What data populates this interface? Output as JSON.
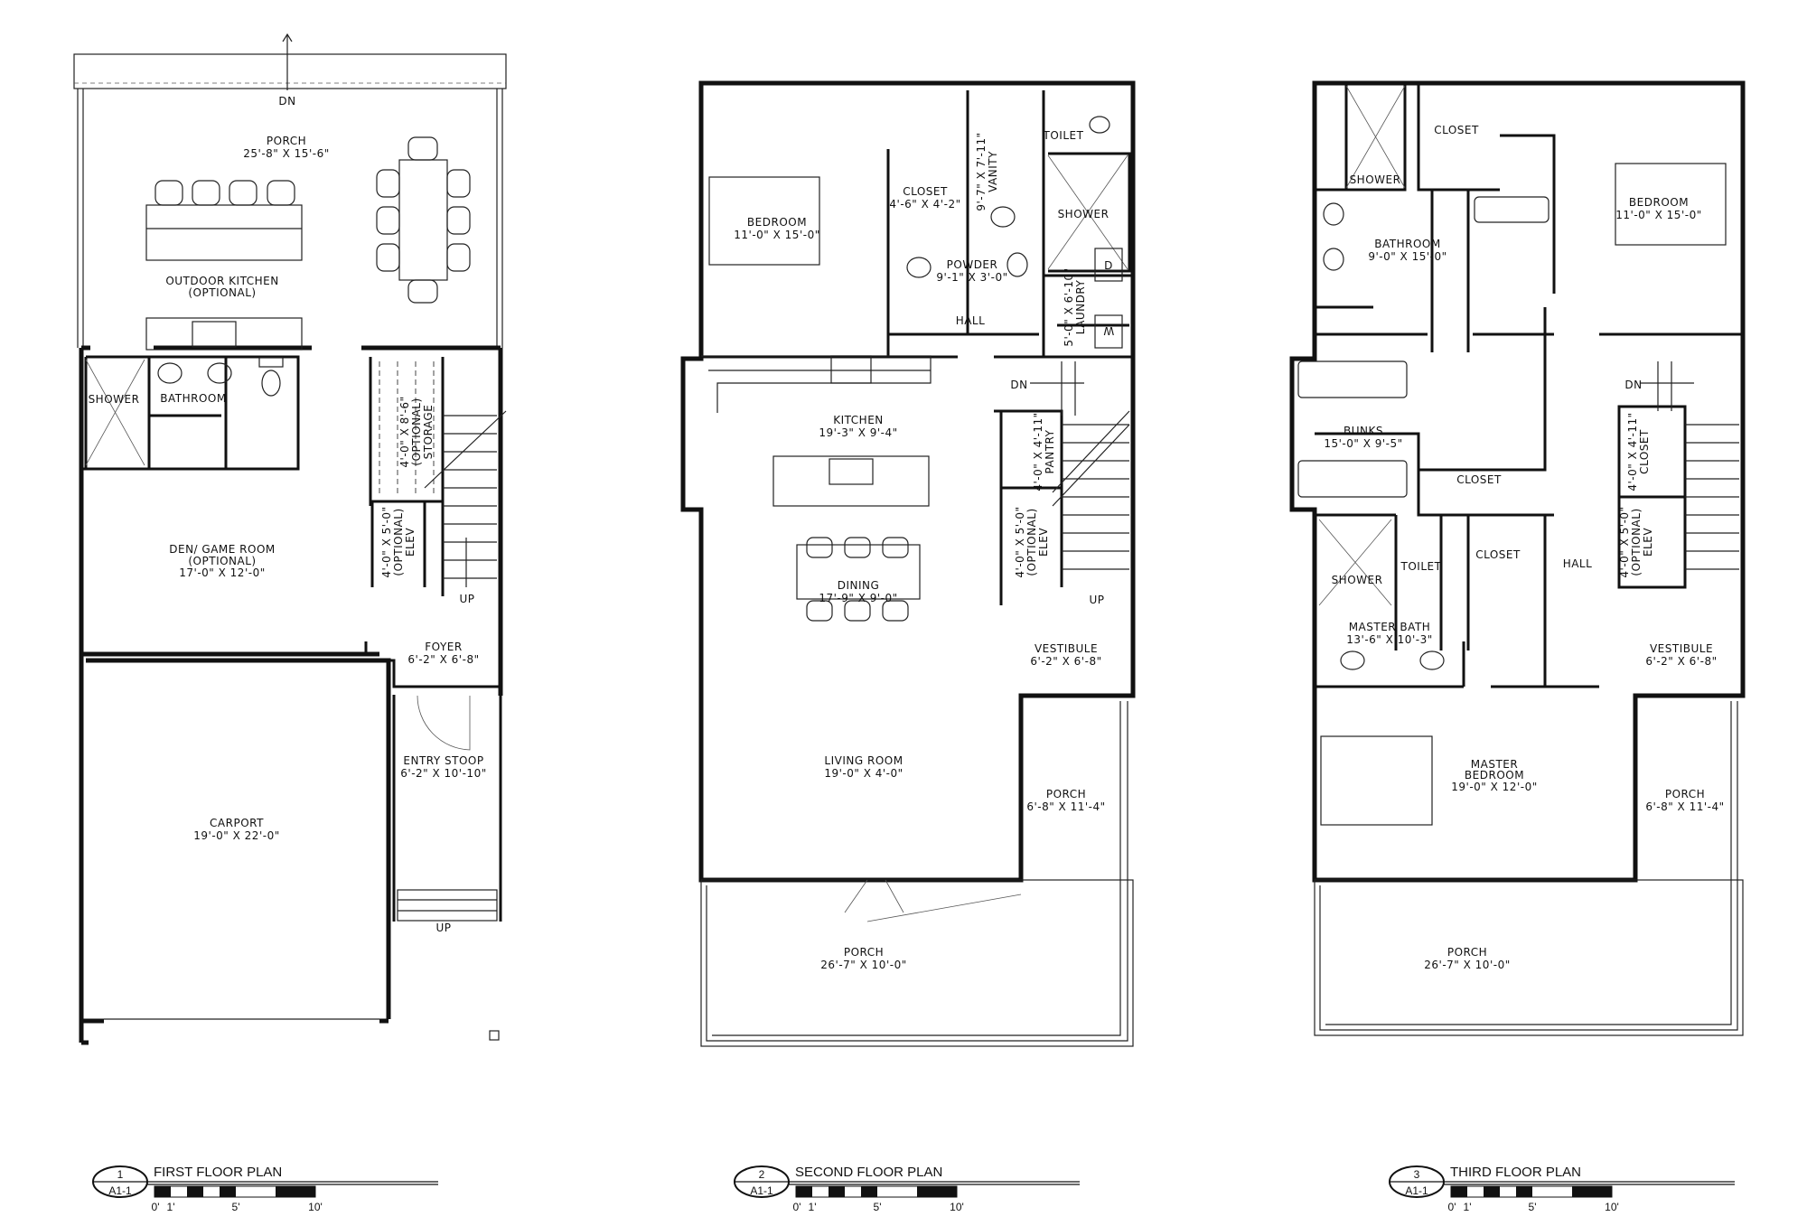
{
  "plans": [
    {
      "number": "1",
      "sheet": "A1-1",
      "title": "FIRST FLOOR PLAN",
      "scale_ticks": [
        "0'",
        "1'",
        "5'",
        "10'"
      ],
      "rooms": [
        {
          "name": "PORCH",
          "dims": "25'-8\" X 15'-6\""
        },
        {
          "name": "OUTDOOR KITCHEN",
          "dims": "(OPTIONAL)"
        },
        {
          "name": "SHOWER"
        },
        {
          "name": "BATHROOM"
        },
        {
          "name": "DEN/ GAME ROOM",
          "dims": "(OPTIONAL)",
          "dims2": "17'-0\" X 12'-0\""
        },
        {
          "name": "FOYER",
          "dims": "6'-2\" X 6'-8\""
        },
        {
          "name": "ENTRY STOOP",
          "dims": "6'-2\" X 10'-10\""
        },
        {
          "name": "CARPORT",
          "dims": "19'-0\" X 22'-0\""
        },
        {
          "name": "STORAGE",
          "dims": "4'-0\" X 8'-6\"",
          "dims2": "(OPTIONAL)"
        },
        {
          "name": "ELEV",
          "dims": "4'-0\" X 5'-0\"",
          "dims2": "(OPTIONAL)"
        }
      ],
      "stair_labels": {
        "dn": "DN",
        "up": "UP",
        "up2": "UP"
      }
    },
    {
      "number": "2",
      "sheet": "A1-1",
      "title": "SECOND FLOOR PLAN",
      "scale_ticks": [
        "0'",
        "1'",
        "5'",
        "10'"
      ],
      "rooms": [
        {
          "name": "BEDROOM",
          "dims": "11'-0\" X 15'-0\""
        },
        {
          "name": "CLOSET",
          "dims": "4'-6\" X 4'-2\""
        },
        {
          "name": "VANITY",
          "dims": "9'-7\" X 7'-11\""
        },
        {
          "name": "TOILET"
        },
        {
          "name": "SHOWER"
        },
        {
          "name": "POWDER",
          "dims": "9'-1\" X 3'-0\""
        },
        {
          "name": "LAUNDRY",
          "dims": "5'-0\" X 6'-10\""
        },
        {
          "name": "HALL"
        },
        {
          "name": "KITCHEN",
          "dims": "19'-3\" X 9'-4\""
        },
        {
          "name": "PANTRY",
          "dims": "4'-0\" X 4'-11\""
        },
        {
          "name": "ELEV",
          "dims": "4'-0\" X 5'-0\"",
          "dims2": "(OPTIONAL)"
        },
        {
          "name": "DINING",
          "dims": "17'-9\" X 9'-0\""
        },
        {
          "name": "VESTIBULE",
          "dims": "6'-2\" X 6'-8\""
        },
        {
          "name": "LIVING ROOM",
          "dims": "19'-0\" X 4'-0\""
        },
        {
          "name": "PORCH",
          "dims": "6'-8\" X 11'-4\""
        },
        {
          "name": "PORCH",
          "dims": "26'-7\" X 10'-0\""
        }
      ],
      "appliances": {
        "dryer": "D",
        "washer": "W"
      },
      "stair_labels": {
        "dn": "DN",
        "up": "UP"
      }
    },
    {
      "number": "3",
      "sheet": "A1-1",
      "title": "THIRD FLOOR PLAN",
      "scale_ticks": [
        "0'",
        "1'",
        "5'",
        "10'"
      ],
      "rooms": [
        {
          "name": "CLOSET"
        },
        {
          "name": "SHOWER"
        },
        {
          "name": "BEDROOM",
          "dims": "11'-0\" X 15'-0\""
        },
        {
          "name": "BATHROOM",
          "dims": "9'-0\" X 15'-0\""
        },
        {
          "name": "BUNKS",
          "dims": "15'-0\" X 9'-5\""
        },
        {
          "name": "CLOSET"
        },
        {
          "name": "CLOSET",
          "dims": "4'-0\" X 4'-11\""
        },
        {
          "name": "CLOSET"
        },
        {
          "name": "TOILET"
        },
        {
          "name": "SHOWER"
        },
        {
          "name": "HALL"
        },
        {
          "name": "ELEV",
          "dims": "4'-0\" X 5'-0\"",
          "dims2": "(OPTIONAL)"
        },
        {
          "name": "MASTER BATH",
          "dims": "13'-6\" X 10'-3\""
        },
        {
          "name": "VESTIBULE",
          "dims": "6'-2\" X 6'-8\""
        },
        {
          "name": "MASTER",
          "dims": "BEDROOM",
          "dims2": "19'-0\" X 12'-0\""
        },
        {
          "name": "PORCH",
          "dims": "6'-8\" X 11'-4\""
        },
        {
          "name": "PORCH",
          "dims": "26'-7\" X 10'-0\""
        }
      ],
      "stair_labels": {
        "dn": "DN"
      }
    }
  ]
}
